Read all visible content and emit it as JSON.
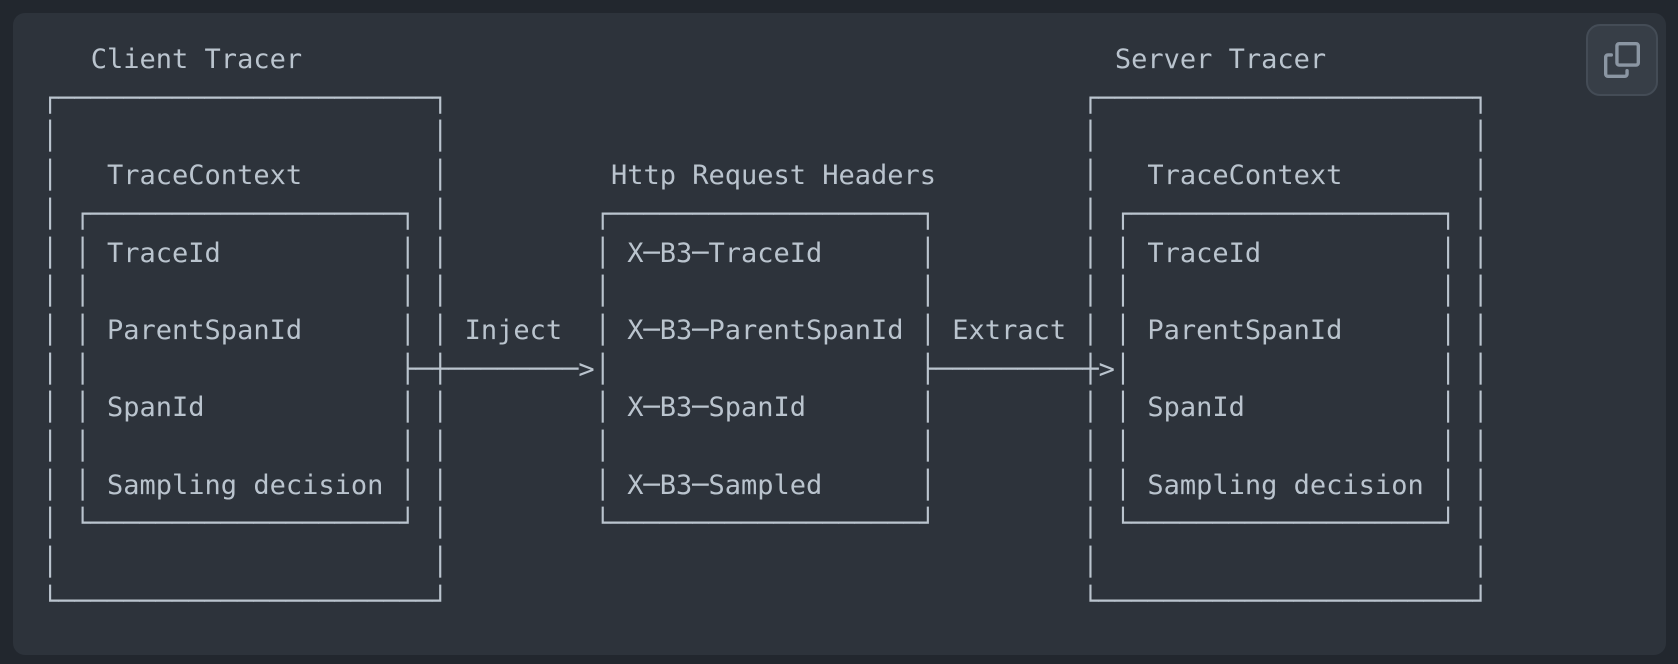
{
  "colors": {
    "page_background": "#22272e",
    "code_block_background": "#2d333b",
    "diagram_text": "#bac4ce",
    "copy_button_background": "#373e47",
    "copy_button_border": "#444c56",
    "copy_icon": "#8b96a3"
  },
  "code_block": {
    "copy_button": {
      "icon": "copy-icon"
    },
    "diagram_lines": [
      "   Client Tracer                                                  Server Tracer",
      "┌───────────────────────┐                                       ┌───────────────────────┐",
      "│                       │                                       │                       │",
      "│   TraceContext        │          Http Request Headers         │   TraceContext        │",
      "│ ┌───────────────────┐ │         ┌───────────────────┐         │ ┌───────────────────┐ │",
      "│ │ TraceId           │ │         │ X─B3─TraceId      │         │ │ TraceId           │ │",
      "│ │                   │ │         │                   │         │ │                   │ │",
      "│ │ ParentSpanId      │ │ Inject  │ X─B3─ParentSpanId │ Extract │ │ ParentSpanId      │ │",
      "│ │                   ├─┼────────>│                   ├─────────┼>│                   │ │",
      "│ │ SpanId            │ │         │ X─B3─SpanId       │         │ │ SpanId            │ │",
      "│ │                   │ │         │                   │         │ │                   │ │",
      "│ │ Sampling decision │ │         │ X─B3─Sampled      │         │ │ Sampling decision │ │",
      "│ └───────────────────┘ │         └───────────────────┘         │ └───────────────────┘ │",
      "│                       │                                       │                       │",
      "└───────────────────────┘                                       └───────────────────────┘"
    ]
  },
  "diagram": {
    "nodes": [
      {
        "title": "Client Tracer",
        "context_title": "TraceContext",
        "fields": [
          "TraceId",
          "ParentSpanId",
          "SpanId",
          "Sampling decision"
        ]
      },
      {
        "title": "Http Request Headers",
        "fields": [
          "X─B3─TraceId",
          "X─B3─ParentSpanId",
          "X─B3─SpanId",
          "X─B3─Sampled"
        ]
      },
      {
        "title": "Server Tracer",
        "context_title": "TraceContext",
        "fields": [
          "TraceId",
          "ParentSpanId",
          "SpanId",
          "Sampling decision"
        ]
      }
    ],
    "arrows": [
      {
        "label": "Inject",
        "from": "Client Tracer",
        "to": "Http Request Headers"
      },
      {
        "label": "Extract",
        "from": "Http Request Headers",
        "to": "Server Tracer"
      }
    ]
  }
}
